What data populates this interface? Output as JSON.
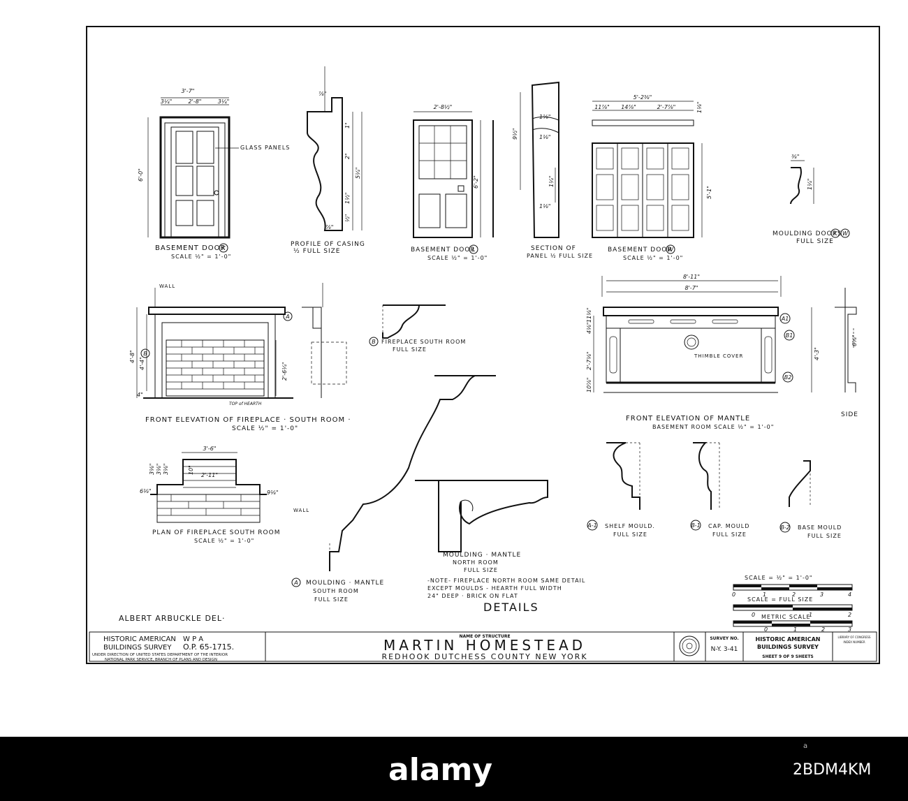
{
  "views": {
    "basement_door_k": {
      "title": "BASEMENT DOOR",
      "tag": "K",
      "scale": "SCALE ½\" = 1'-0\"",
      "overall": "3'-7\"",
      "inner": "2'-8\"",
      "side_left": "3¼\"",
      "side_right": "3¼\"",
      "height": "6'-0\"",
      "note": "GLASS PANELS"
    },
    "profile_casing": {
      "title": "PROFILE OF CASING",
      "scale": "½ FULL SIZE",
      "dims": [
        "⅞\"",
        "1\"",
        "2\"",
        "5¼\"",
        "1½\"",
        "½\"",
        "⅞\""
      ]
    },
    "basement_door_l": {
      "title": "BASEMENT DOOR",
      "tag": "L",
      "scale": "SCALE ½\" = 1'-0\"",
      "width": "2'-8½\"",
      "height": "6'-2\""
    },
    "section_panel": {
      "title": "SECTION OF",
      "scale": "PANEL ½ FULL SIZE",
      "dims": [
        "9½\"",
        "1⅛\"",
        "1⅛\"",
        "1¼\"",
        "1⅛\""
      ]
    },
    "basement_door_w": {
      "title": "BASEMENT DOOR",
      "tag": "W",
      "scale": "SCALE ½\" = 1'-0\"",
      "overall": "5'-2⅜\"",
      "segs": [
        "11⅞\"",
        "14⅞\"",
        "2'-7⅞\""
      ],
      "side": "1⅛\"",
      "height": "5'-1\""
    },
    "moulding_doors": {
      "title": "MOULDING DOORS",
      "tags": [
        "K",
        "W"
      ],
      "scale": "FULL SIZE",
      "dims": [
        "⅜\"",
        "1¼\""
      ]
    },
    "fireplace_elev": {
      "title": "FRONT ELEVATION OF FIREPLACE · SOUTH ROOM ·",
      "scale": "SCALE ½\" = 1'-0\"",
      "wall": "WALL",
      "tags": [
        "A",
        "B"
      ],
      "dims": [
        "4'-8\"",
        "4'-4\"",
        "2'-6¼\"",
        "4\""
      ],
      "hearth": "TOP of HEARTH"
    },
    "fireplace_plan": {
      "title": "PLAN OF FIREPLACE SOUTH ROOM",
      "scale": "SCALE ½\" = 1'-0\"",
      "width": "3'-6\"",
      "depth": "2'-11\"",
      "dims": [
        "3⅛\"",
        "3⅛\"",
        "3⅛\"",
        "6⅛\"",
        "9⅛\"",
        "10\""
      ],
      "wall": "WALL"
    },
    "detail_b": {
      "tag": "B",
      "title": "FIREPLACE SOUTH ROOM",
      "scale": "FULL SIZE"
    },
    "detail_a": {
      "tag": "A",
      "title": "MOULDING · MANTLE",
      "sub": "SOUTH ROOM",
      "scale": "FULL SIZE"
    },
    "detail_north": {
      "title": "MOULDING · MANTLE",
      "sub": "NORTH ROOM",
      "scale": "FULL SIZE"
    },
    "note": [
      "-NOTE- FIREPLACE NORTH ROOM SAME DETAIL",
      "EXCEPT MOULDS - HEARTH FULL WIDTH",
      "24\" DEEP · BRICK ON FLAT"
    ],
    "details_label": "DETAILS",
    "mantle_elev": {
      "title": "FRONT ELEVATION OF MANTLE",
      "subtitle": "BASEMENT ROOM  SCALE ½\" = 1'-0\"",
      "side": "SIDE",
      "overall": "8'-11\"",
      "inner": "8'-7\"",
      "height": "4'-3\"",
      "thimble": "THIMBLE COVER",
      "tags": [
        "A1",
        "B1",
        "B2"
      ],
      "dims": [
        "2'-7⅛\"",
        "11⅛\"",
        "4⅛\"",
        "10⅞\"",
        "6⅝\""
      ]
    },
    "mouldings": [
      {
        "tag": "A-1",
        "title": "SHELF MOULD.",
        "scale": "FULL SIZE"
      },
      {
        "tag": "B-1",
        "title": "CAP. MOULD",
        "scale": "FULL SIZE"
      },
      {
        "tag": "B-2",
        "title": "BASE MOULD",
        "scale": "FULL SIZE"
      }
    ],
    "scale_bars": {
      "label1": "SCALE = ½\" = 1'-0\"",
      "ticks1": [
        "0",
        "1",
        "2",
        "3",
        "4"
      ],
      "label2": "SCALE = FULL SIZE",
      "ticks2": [
        "0",
        "1",
        "2"
      ],
      "label3": "METRIC SCALE",
      "ticks3": [
        "0",
        "1",
        "2",
        "3"
      ]
    },
    "delineator": "ALBERT ARBUCKLE DEL·"
  },
  "title_block": {
    "agency_line1": "HISTORIC AMERICAN",
    "agency_line2": "BUILDINGS SURVEY",
    "wpa": "W P A",
    "op": "O.P. 65-1715.",
    "dept_line1": "UNDER DIRECTION OF UNITED STATES DEPARTMENT OF THE INTERIOR",
    "dept_line2": "NATIONAL PARK SERVICE, BRANCH OF PLANS AND DESIGN",
    "name_label": "NAME OF STRUCTURE",
    "name": "MARTIN  HOMESTEAD",
    "location": "REDHOOK  DUTCHESS  COUNTY  NEW  YORK",
    "survey_label": "SURVEY NO.",
    "survey_no": "N-Y. 3-41",
    "habs_line1": "HISTORIC AMERICAN",
    "habs_line2": "BUILDINGS SURVEY",
    "sheet_line": "SHEET 9 OF 9 SHEETS",
    "loc_label": "LIBRARY OF CONGRESS",
    "index_label": "INDEX NUMBER"
  },
  "watermark": {
    "logo": "alamy",
    "code": "2BDM4KM",
    "small": "a"
  }
}
